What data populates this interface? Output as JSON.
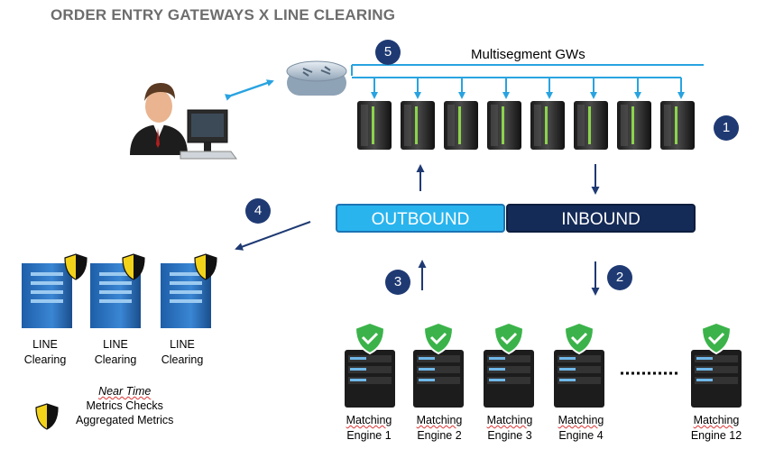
{
  "title": "ORDER ENTRY GATEWAYS X LINE CLEARING",
  "multisegment_label": "Multisegment GWs",
  "steps": [
    "1",
    "2",
    "3",
    "4",
    "5"
  ],
  "outbound_label": "OUTBOUND",
  "inbound_label": "INBOUND",
  "line_clearing": [
    {
      "line1": "LINE",
      "line2": "Clearing"
    },
    {
      "line1": "LINE",
      "line2": "Clearing"
    },
    {
      "line1": "LINE",
      "line2": "Clearing"
    }
  ],
  "legend": {
    "line1": "Near Time",
    "line2": "Metrics Checks",
    "line3": "Aggregated Metrics"
  },
  "engines": [
    {
      "line1": "Matching",
      "line2": "Engine 1"
    },
    {
      "line1": "Matching",
      "line2": "Engine 2"
    },
    {
      "line1": "Matching",
      "line2": "Engine 3"
    },
    {
      "line1": "Matching",
      "line2": "Engine 4"
    },
    {
      "line1": "Matching",
      "line2": "Engine 12"
    }
  ],
  "colors": {
    "badge": "#1f3a73",
    "outbound": "#29b4ee",
    "inbound": "#142a57",
    "link": "#29a3e0",
    "arrow": "#1f3a73"
  }
}
